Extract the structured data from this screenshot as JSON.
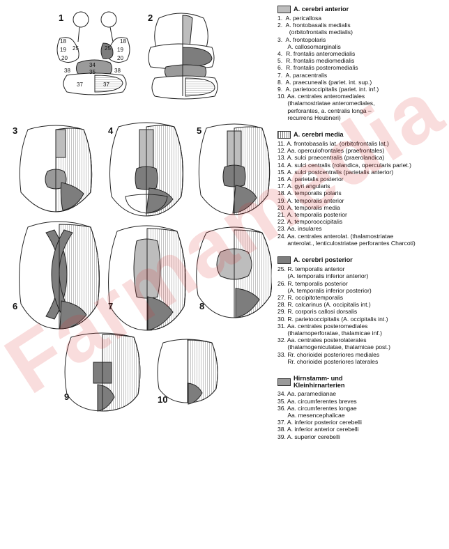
{
  "figure_labels": [
    "1",
    "2",
    "3",
    "4",
    "5",
    "6",
    "7",
    "8",
    "9",
    "10"
  ],
  "slice1_regions": [
    "18",
    "19",
    "20",
    "25",
    "19",
    "20",
    "18",
    "25",
    "34",
    "35",
    "38",
    "38",
    "37",
    "37"
  ],
  "legend": {
    "groups": [
      {
        "key": "anterior",
        "title": "A. cerebri anterior",
        "items": [
          "1.  A. pericallosa",
          "2.  A. frontobasalis medialis\n       (orbitofrontalis medialis)",
          "3.  A. frontopolaris\n      A. callosomarginalis",
          "4.  R. frontalis anteromedialis",
          "5.  R. frontalis mediomedialis",
          "6.  R. frontalis posteromedialis",
          "7.  A. paracentralis",
          "8.  A. praecunealis (pariet. int. sup.)",
          "9.  A. parietooccipitalis (pariet. int. inf.)",
          "10. Aa. centrales anteromediales\n      (thalamostriatae anteromediales,\n      perforantes, a. centralis longa –\n      recurrens Heubneri)"
        ]
      },
      {
        "key": "media",
        "title": "A. cerebri media",
        "items": [
          "11. A. frontobasalis lat. (orbitofrontalis lat.)",
          "12. Aa. operculofrontales (praefrontales)",
          "13. A. sulci praecentralis (praerolandica)",
          "14. A. sulci centralis (rolandica, opercularis pariet.)",
          "15. A. sulci postcentralis (parietalis anterior)",
          "16. A. parietalis posterior",
          "17. A. gyri angularis",
          "18. A. temporalis polaris",
          "19. A. temporalis anterior",
          "20. A. temporalis media",
          "21. A. temporalis posterior",
          "22. A. temporooccipitalis",
          "23. Aa. insulares",
          "24. Aa. centrales anterolat. (thalamostriatae\n      anterolat., lenticulostriatae perforantes Charcoti)"
        ]
      },
      {
        "key": "posterior",
        "title": "A. cerebri posterior",
        "items": [
          "25. R. temporalis anterior\n      (A. temporalis inferior anterior)",
          "26. R. temporalis posterior\n      (A. temporalis inferior posterior)",
          "27. R. occipitotemporalis",
          "28. R. calcarinus (A. occipitalis int.)",
          "29. R. corporis callosi dorsalis",
          "30. R. parietooccipitalis (A. occipitalis int.)",
          "31. Aa. centrales posteromediales\n      (thalamoperforatae, thalamicae inf.)",
          "32. Aa. centrales posterolaterales\n      (thalamogeniculatae, thalamicae post.)",
          "33. Rr. chorioidei posteriores mediales\n      Rr. chorioidei posteriores laterales"
        ]
      },
      {
        "key": "hirnstamm",
        "title": "Hirnstamm- und\nKleinhirnarterien",
        "items": [
          "34. Aa. paramedianae",
          "35. Aa. circumferentes breves",
          "36. Aa. circumferentes longae\n      Aa. mesencephalicae",
          "37. A. inferior posterior cerebelli",
          "38. A. inferior anterior cerebelli",
          "39. A. superior cerebelli"
        ]
      }
    ]
  },
  "watermark": "Farmamedia",
  "colors": {
    "anterior": "#bdbdbd",
    "posterior": "#7d7d7d",
    "hirnstamm": "#9a9a9a",
    "watermark": "#e03030"
  }
}
